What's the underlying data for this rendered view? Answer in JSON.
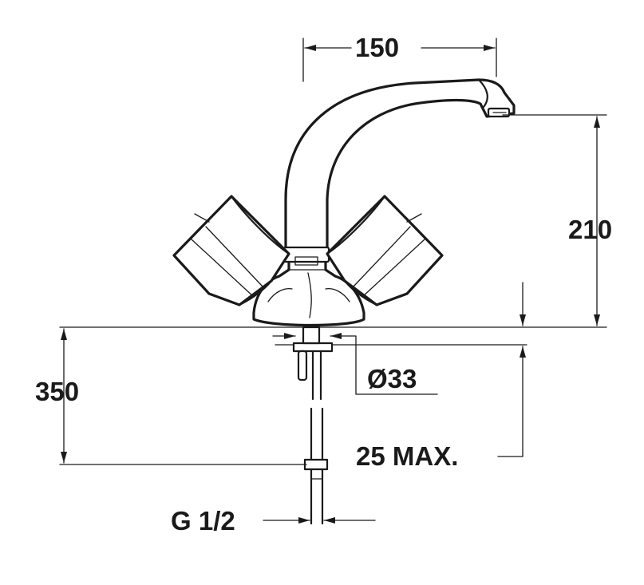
{
  "dimensions": {
    "spout_reach": "150",
    "spout_height": "210",
    "pipe_length": "350",
    "base_diameter": "Ø33",
    "max_thickness": "25 MAX.",
    "connection": "G 1/2"
  },
  "colors": {
    "line": "#1a1a1a",
    "background": "#ffffff"
  }
}
